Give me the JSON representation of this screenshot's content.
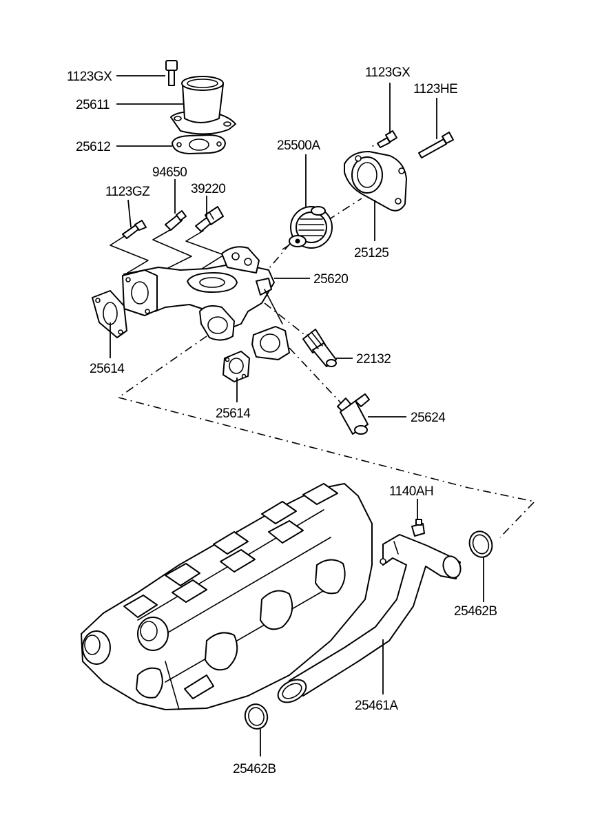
{
  "labels": {
    "p1123gx_top": "1123GX",
    "p25611": "25611",
    "p25612": "25612",
    "p94650": "94650",
    "p39220": "39220",
    "p1123gz": "1123GZ",
    "p1123gx_right": "1123GX",
    "p1123he": "1123HE",
    "p25500a": "25500A",
    "p25125": "25125",
    "p25620": "25620",
    "p25614_left": "25614",
    "p22132": "22132",
    "p25614_center": "25614",
    "p25624": "25624",
    "p1140ah": "1140AH",
    "p25462b_right": "25462B",
    "p25461a": "25461A",
    "p25462b_bottom": "25462B"
  }
}
